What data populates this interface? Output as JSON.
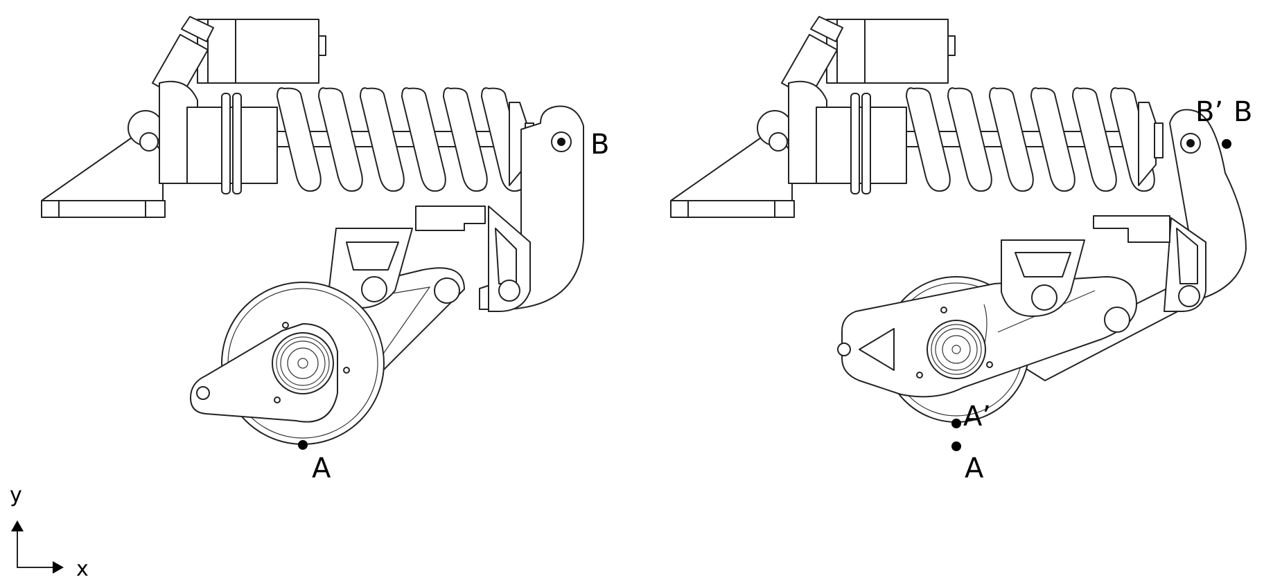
{
  "diagram": {
    "left_view": {
      "point_a_label": "A",
      "point_b_label": "B"
    },
    "right_view": {
      "point_a_label": "A",
      "point_a_prime_label": "A’",
      "point_b_label": "B",
      "point_b_prime_label": "B’"
    },
    "axes": {
      "x_label": "x",
      "y_label": "y"
    },
    "colors": {
      "line": "#222222",
      "background": "#ffffff"
    }
  }
}
